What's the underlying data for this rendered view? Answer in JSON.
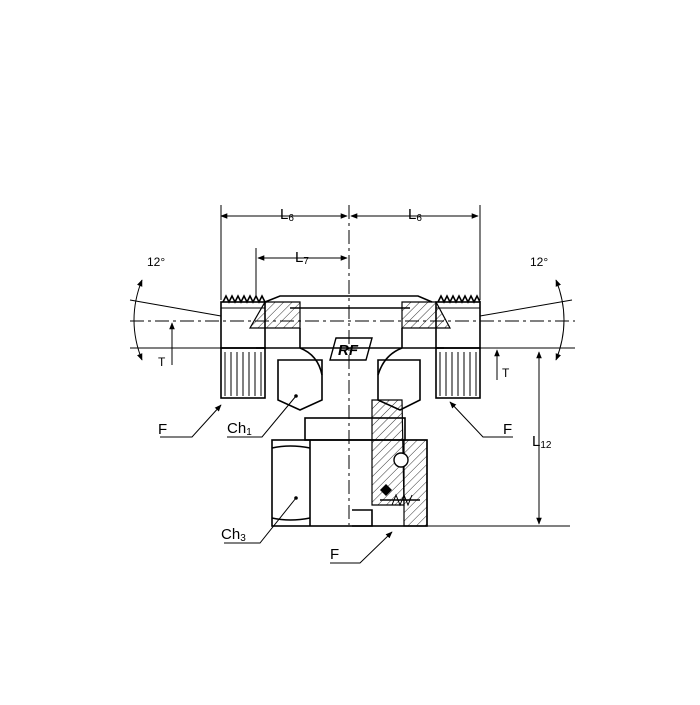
{
  "labels": {
    "l6_left": {
      "main": "L",
      "sub": "6"
    },
    "l6_right": {
      "main": "L",
      "sub": "6"
    },
    "l7": {
      "main": "L",
      "sub": "7"
    },
    "l12": {
      "main": "L",
      "sub": "12"
    },
    "angle_left": "12°",
    "angle_right": "12°",
    "t_left": "T",
    "t_right": "T",
    "f_left": "F",
    "f_right": "F",
    "f_bottom": "F",
    "ch1": {
      "main": "Ch",
      "sub": "1"
    },
    "ch3": {
      "main": "Ch",
      "sub": "3"
    },
    "logo": "RF"
  },
  "colors": {
    "ink": "#000000",
    "background": "#ffffff"
  }
}
